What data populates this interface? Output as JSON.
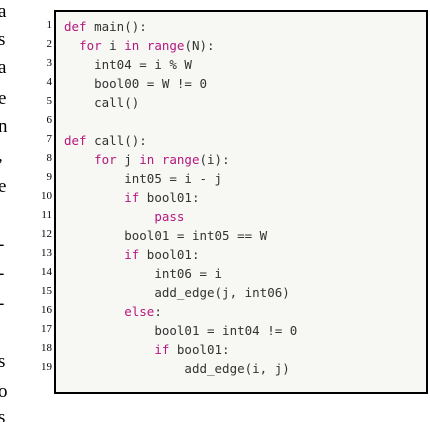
{
  "edge_text": [
    "a",
    "s",
    "a",
    "e",
    "n",
    ",",
    "e",
    "-",
    "-",
    "-",
    "s",
    "o",
    "s"
  ],
  "line_numbers": [
    "1",
    "2",
    "3",
    "4",
    "5",
    "6",
    "7",
    "8",
    "9",
    "10",
    "11",
    "12",
    "13",
    "14",
    "15",
    "16",
    "17",
    "18",
    "19"
  ],
  "code_lines": [
    {
      "indent": "",
      "tokens": [
        {
          "kw": "def"
        },
        {
          "tx": " main():"
        }
      ]
    },
    {
      "indent": "  ",
      "tokens": [
        {
          "kw": "for"
        },
        {
          "tx": " i "
        },
        {
          "kw": "in"
        },
        {
          "tx": " "
        },
        {
          "kw": "range"
        },
        {
          "tx": "(N):"
        }
      ]
    },
    {
      "indent": "    ",
      "tokens": [
        {
          "tx": "int04 = i % W"
        }
      ]
    },
    {
      "indent": "    ",
      "tokens": [
        {
          "tx": "bool00 = W != 0"
        }
      ]
    },
    {
      "indent": "    ",
      "tokens": [
        {
          "tx": "call()"
        }
      ]
    },
    {
      "indent": "",
      "tokens": []
    },
    {
      "indent": "",
      "tokens": [
        {
          "kw": "def"
        },
        {
          "tx": " call():"
        }
      ]
    },
    {
      "indent": "    ",
      "tokens": [
        {
          "kw": "for"
        },
        {
          "tx": " j "
        },
        {
          "kw": "in"
        },
        {
          "tx": " "
        },
        {
          "kw": "range"
        },
        {
          "tx": "(i):"
        }
      ]
    },
    {
      "indent": "        ",
      "tokens": [
        {
          "tx": "int05 = i - j"
        }
      ]
    },
    {
      "indent": "        ",
      "tokens": [
        {
          "kw": "if"
        },
        {
          "tx": " bool01:"
        }
      ]
    },
    {
      "indent": "            ",
      "tokens": [
        {
          "kw": "pass"
        }
      ]
    },
    {
      "indent": "        ",
      "tokens": [
        {
          "tx": "bool01 = int05 == W"
        }
      ]
    },
    {
      "indent": "        ",
      "tokens": [
        {
          "kw": "if"
        },
        {
          "tx": " bool01:"
        }
      ]
    },
    {
      "indent": "            ",
      "tokens": [
        {
          "tx": "int06 = i"
        }
      ]
    },
    {
      "indent": "            ",
      "tokens": [
        {
          "tx": "add_edge(j, int06)"
        }
      ]
    },
    {
      "indent": "        ",
      "tokens": [
        {
          "kw": "else"
        },
        {
          "tx": ":"
        }
      ]
    },
    {
      "indent": "            ",
      "tokens": [
        {
          "tx": "bool01 = int04 != 0"
        }
      ]
    },
    {
      "indent": "            ",
      "tokens": [
        {
          "kw": "if"
        },
        {
          "tx": " bool01:"
        }
      ]
    },
    {
      "indent": "                ",
      "tokens": [
        {
          "tx": "add_edge(i, j)"
        }
      ]
    }
  ],
  "colors": {
    "keyword": "#b5187f",
    "text": "#333333",
    "box_background": "#f7f7f4",
    "box_border": "#000000"
  }
}
